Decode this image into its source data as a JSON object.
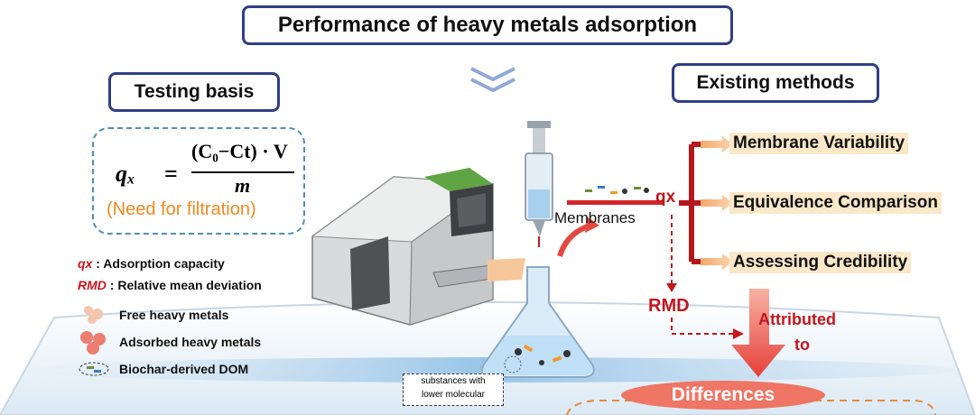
{
  "title": "Performance of heavy metals adsorption",
  "testing_basis": {
    "label": "Testing basis",
    "formula": {
      "lhs": "qₓ",
      "equals": "=",
      "numerator": "(C₀−Ct) · V",
      "denominator": "m"
    },
    "note": "(Need for filtration)"
  },
  "legend": [
    {
      "key": "qx",
      "text": " : Adsorption capacity"
    },
    {
      "key": "RMD",
      "text": " : Relative mean deviation"
    },
    {
      "text": "Free heavy metals"
    },
    {
      "text": "Adsorbed heavy metals"
    },
    {
      "text": "Biochar-derived DOM"
    }
  ],
  "center": {
    "membranes_label": "Membranes",
    "qx_label": "qx",
    "rmd_label": "RMD",
    "note_line1": "substances with",
    "note_line2": "lower molecular"
  },
  "existing_methods": {
    "label": "Existing methods",
    "items": [
      "Membrane Variability",
      "Equivalence Comparison",
      "Assessing Credibility"
    ]
  },
  "attributed_line1": "Attributed",
  "attributed_line2": "to",
  "differences": "Differences",
  "colors": {
    "navy": "#2f3f86",
    "accent_red": "#c4161c",
    "orange": "#f0891d",
    "highlight": "#fbe8c9"
  }
}
